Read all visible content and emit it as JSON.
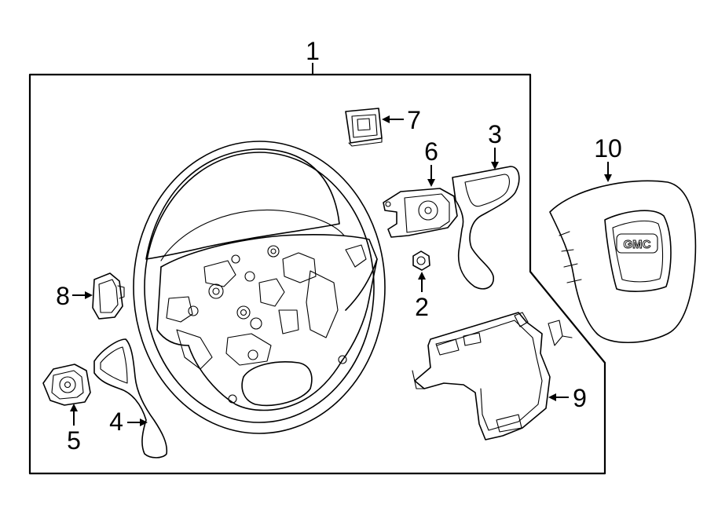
{
  "callouts": [
    {
      "id": "1",
      "label": "1"
    },
    {
      "id": "2",
      "label": "2"
    },
    {
      "id": "3",
      "label": "3"
    },
    {
      "id": "4",
      "label": "4"
    },
    {
      "id": "5",
      "label": "5"
    },
    {
      "id": "6",
      "label": "6"
    },
    {
      "id": "7",
      "label": "7"
    },
    {
      "id": "8",
      "label": "8"
    },
    {
      "id": "9",
      "label": "9"
    },
    {
      "id": "10",
      "label": "10"
    }
  ],
  "airbag_logo": "GMC",
  "colors": {
    "line": "#000000",
    "background": "#ffffff"
  }
}
